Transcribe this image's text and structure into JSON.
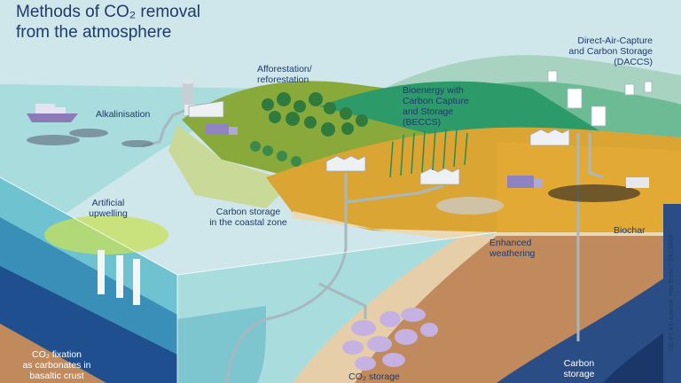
{
  "title": "Methods of CO₂ removal\nfrom the atmosphere",
  "labels": {
    "alkalinisation": "Alkalinisation",
    "afforestation": "Afforestation/\nreforestation",
    "beccs": "Bioenergy with\nCarbon Capture\nand Storage\n(BECCS)",
    "daccs": "Direct-Air-Capture\nand Carbon Storage\n(DACCS)",
    "artificial_upwelling": "Artificial\nupwelling",
    "coastal": "Carbon storage\nin the coastal zone",
    "enhanced_weathering": "Enhanced\nweathering",
    "biochar": "Biochar",
    "co2_fixation": "CO₂ fixation\nas carbonates in\nbasaltic crust",
    "co2_storage": "CO₂ storage",
    "carbon_storage": "Carbon\nstorage"
  },
  "credit": "CC BY 4.0  Artwork: Rita Erven / GEOMAR",
  "colors": {
    "sky": "#cfe7ea",
    "ocean": "#9fd3d6",
    "deep_ocean": "#1f4f8e",
    "forest": "#8aa93b",
    "field": "#dba534",
    "soil": "#c08a5c",
    "bedrock": "#2b4d86",
    "text": "#1d3a6b"
  }
}
